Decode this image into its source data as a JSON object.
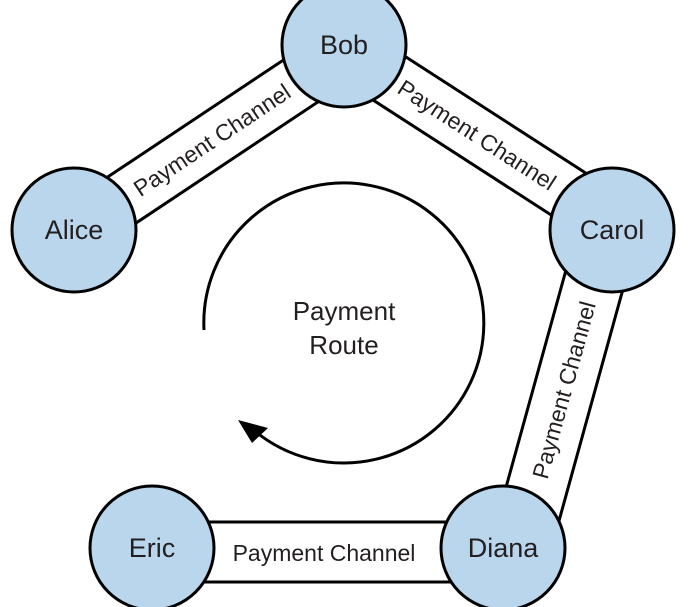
{
  "diagram": {
    "nodes": {
      "bob": "Bob",
      "alice": "Alice",
      "carol": "Carol",
      "diana": "Diana",
      "eric": "Eric"
    },
    "channels": {
      "alice_bob": "Payment Channel",
      "bob_carol": "Payment Channel",
      "carol_diana": "Payment Channel",
      "eric_diana": "Payment Channel"
    },
    "route": {
      "line1": "Payment",
      "line2": "Route"
    }
  },
  "colors": {
    "node_fill": "#b9d6ec",
    "stroke": "#000000",
    "text": "#231f20"
  }
}
